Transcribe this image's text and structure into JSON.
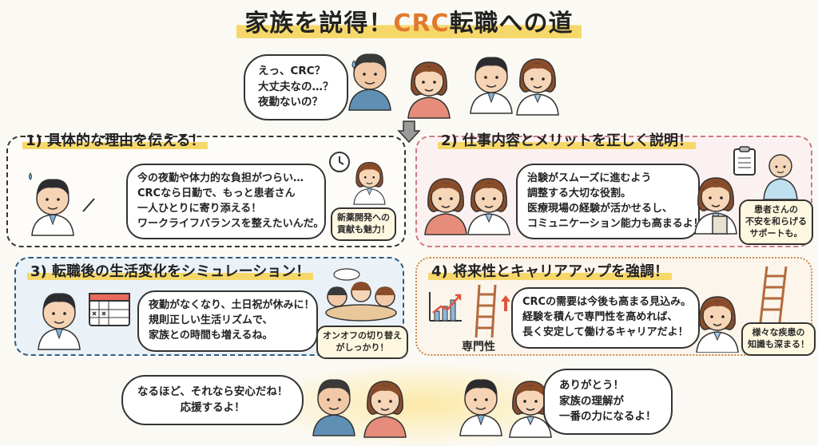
{
  "title": {
    "part1": "家族を説得！",
    "part2": "CRC",
    "part3": "転職への道"
  },
  "top_bubble": {
    "lines": [
      "えっ、CRC？",
      "大丈夫なの…？",
      "夜勤ないの？"
    ]
  },
  "panels": [
    {
      "heading": "1) 具体的な理由を伝える！",
      "bubble": [
        "今の夜勤や体力的な負担がつらい…",
        "CRCなら日勤で、もっと患者さん",
        "一人ひとりに寄り添える！",
        "ワークライフバランスを整えたいんだ。"
      ],
      "tag": [
        "新薬開発への",
        "貢献も魅力！"
      ]
    },
    {
      "heading": "2) 仕事内容とメリットを正しく説明！",
      "bubble": [
        "治験がスムーズに進むよう",
        "調整する大切な役割。",
        "医療現場の経験が活かせるし、",
        "コミュニケーション能力も高まるよ！"
      ],
      "tag": [
        "患者さんの",
        "不安を和らげる",
        "サポートも。"
      ]
    },
    {
      "heading": "3) 転職後の生活変化をシミュレーション！",
      "bubble": [
        "夜勤がなくなり、土日祝が休みに！",
        "規則正しい生活リズムで、",
        "家族との時間も増えるね。"
      ],
      "tag": [
        "オンオフの切り替え",
        "がしっかり！"
      ]
    },
    {
      "heading": "4) 将来性とキャリアアップを強調！",
      "bubble": [
        "CRCの需要は今後も高まる見込み。",
        "経験を積んで専門性を高めれば、",
        "長く安定して働けるキャリアだよ！"
      ],
      "tag": [
        "様々な疾患の",
        "知識も深まる！"
      ],
      "ladder_label": "専門性"
    }
  ],
  "bottom_left_bubble": [
    "なるほど、それなら安心だね！",
    "応援するよ！"
  ],
  "bottom_right_bubble": [
    "ありがとう！",
    "家族の理解が",
    "一番の力になるよ！"
  ],
  "colors": {
    "highlight": "#f6d86a",
    "accent": "#e07a2e",
    "panel2_border": "#cc7a84",
    "panel3_border": "#2f5b7e",
    "panel4_border": "#cc8a4a"
  }
}
